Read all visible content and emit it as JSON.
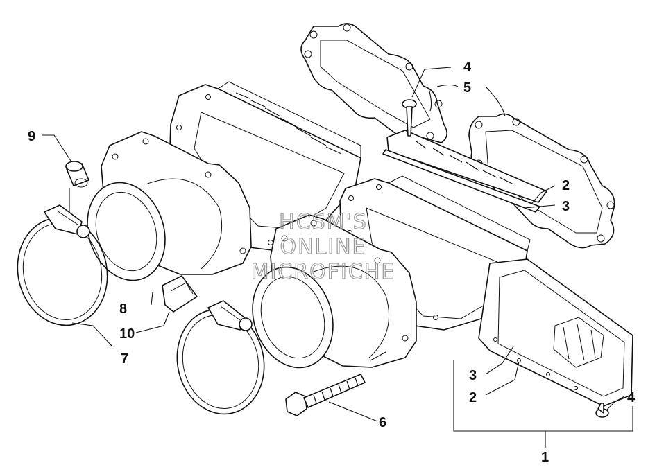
{
  "watermark": {
    "line1": "HCSM'S",
    "line2": "ONLINE",
    "line3": "MICROFICHE"
  },
  "callouts": [
    {
      "id": "c1",
      "label": "1"
    },
    {
      "id": "c2a",
      "label": "2"
    },
    {
      "id": "c2b",
      "label": "2"
    },
    {
      "id": "c3a",
      "label": "3"
    },
    {
      "id": "c3b",
      "label": "3"
    },
    {
      "id": "c4a",
      "label": "4"
    },
    {
      "id": "c4b",
      "label": "4"
    },
    {
      "id": "c5",
      "label": "5"
    },
    {
      "id": "c6",
      "label": "6"
    },
    {
      "id": "c7",
      "label": "7"
    },
    {
      "id": "c8",
      "label": "8"
    },
    {
      "id": "c9",
      "label": "9"
    },
    {
      "id": "c10",
      "label": "10"
    }
  ]
}
